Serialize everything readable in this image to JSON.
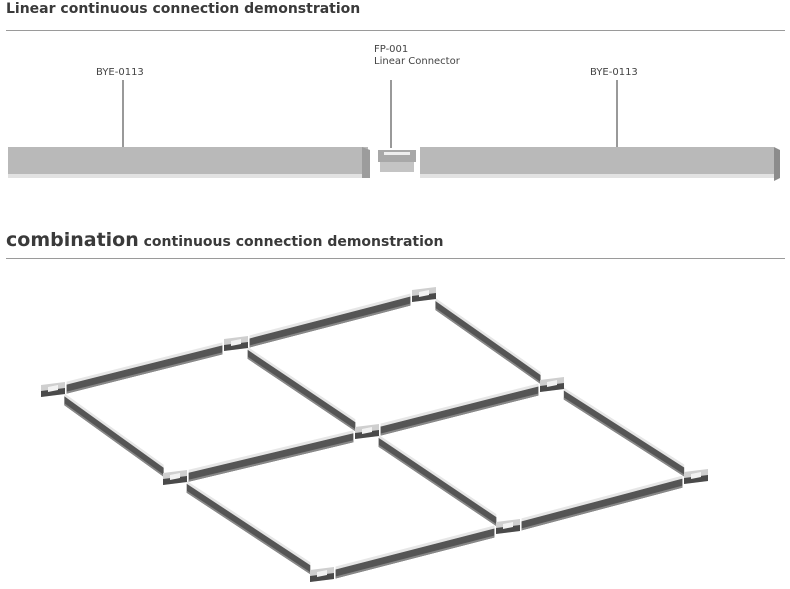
{
  "section1": {
    "title": "Linear continuous connection demonstration",
    "labels": {
      "left_profile": "BYE-0113",
      "connector_code": "FP-001",
      "connector_name": "Linear Connector",
      "right_profile": "BYE-0113"
    }
  },
  "section2": {
    "title_big": "combination",
    "title_rest": " continuous connection demonstration"
  },
  "colors": {
    "profile_fill": "#b9b9b9",
    "profile_edge": "#d8d8d8",
    "grid_dark": "#555555",
    "grid_light": "#e6e6e6",
    "rule": "#9a9a9a"
  }
}
